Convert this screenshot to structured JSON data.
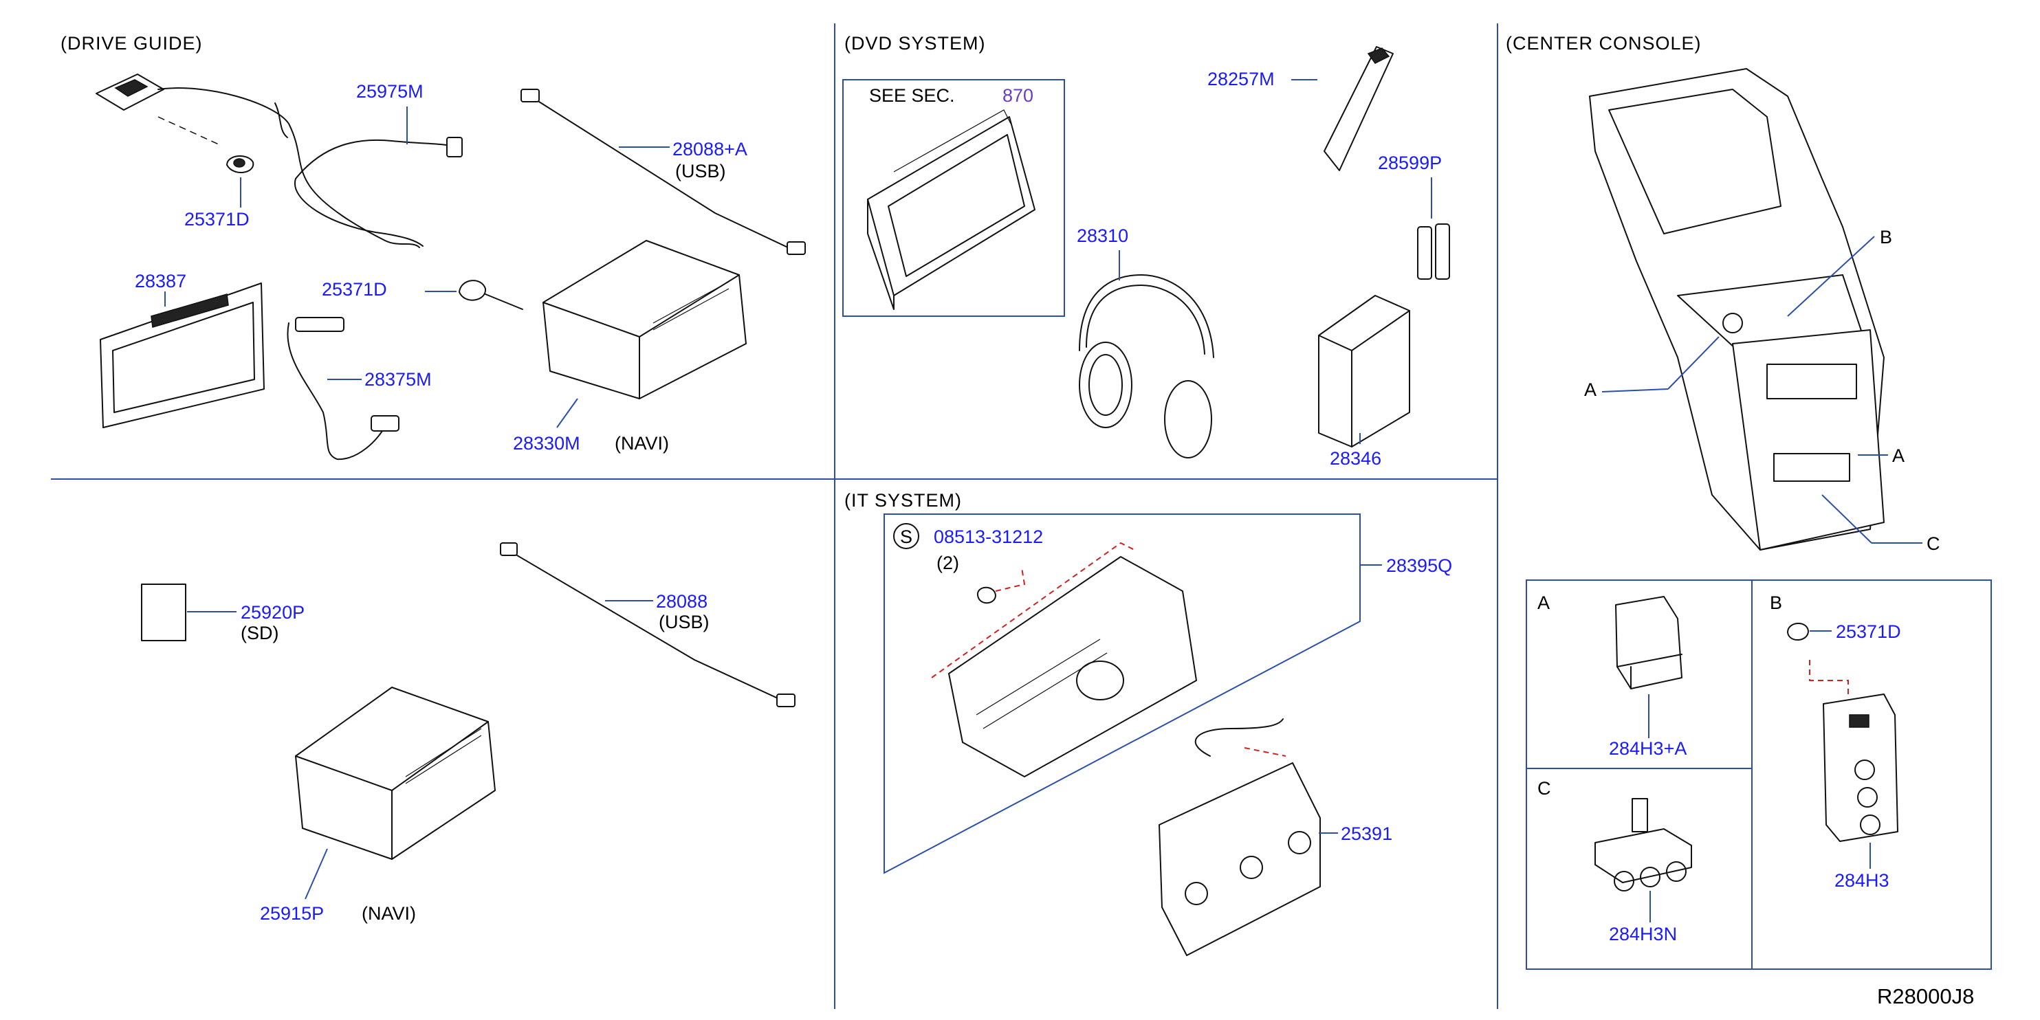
{
  "sections": {
    "drive_guide": "(DRIVE   GUIDE)",
    "dvd_system": "(DVD   SYSTEM)",
    "it_system": "(IT   SYSTEM)",
    "center_console": "(CENTER   CONSOLE)"
  },
  "parts": {
    "p25371D_a": "25371D",
    "p25975M": "25975M",
    "p28088A": "28088+A",
    "usb_a": "(USB)",
    "p28387": "28387",
    "p25371D_b": "25371D",
    "p28375M": "28375M",
    "p28330M": "28330M",
    "navi_a": "(NAVI)",
    "p25920P": "25920P",
    "sd": "(SD)",
    "p28088": "28088",
    "usb_b": "(USB)",
    "p25915P": "25915P",
    "navi_b": "(NAVI)",
    "see_sec": "SEE   SEC.",
    "sec_num": "870",
    "p28257M": "28257M",
    "p28599P": "28599P",
    "p28310": "28310",
    "p28346": "28346",
    "s_symbol": "S",
    "p08513": "08513-31212",
    "qty2": "(2)",
    "p28395Q": "28395Q",
    "p25391": "25391",
    "label_B": "B",
    "label_A1": "A",
    "label_A2": "A",
    "label_C": "C",
    "box_A": "A",
    "box_B": "B",
    "box_C": "C",
    "p284H3A": "284H3+A",
    "p25371D_c": "25371D",
    "p284H3": "284H3",
    "p284H3N": "284H3N"
  },
  "diagram_code": "R28000J8",
  "colors": {
    "part_number": "#1a1aff",
    "leader_lines": "#2b4fa8",
    "section_ref": "#6a3dc8",
    "dashed_reference": "#d02020"
  }
}
